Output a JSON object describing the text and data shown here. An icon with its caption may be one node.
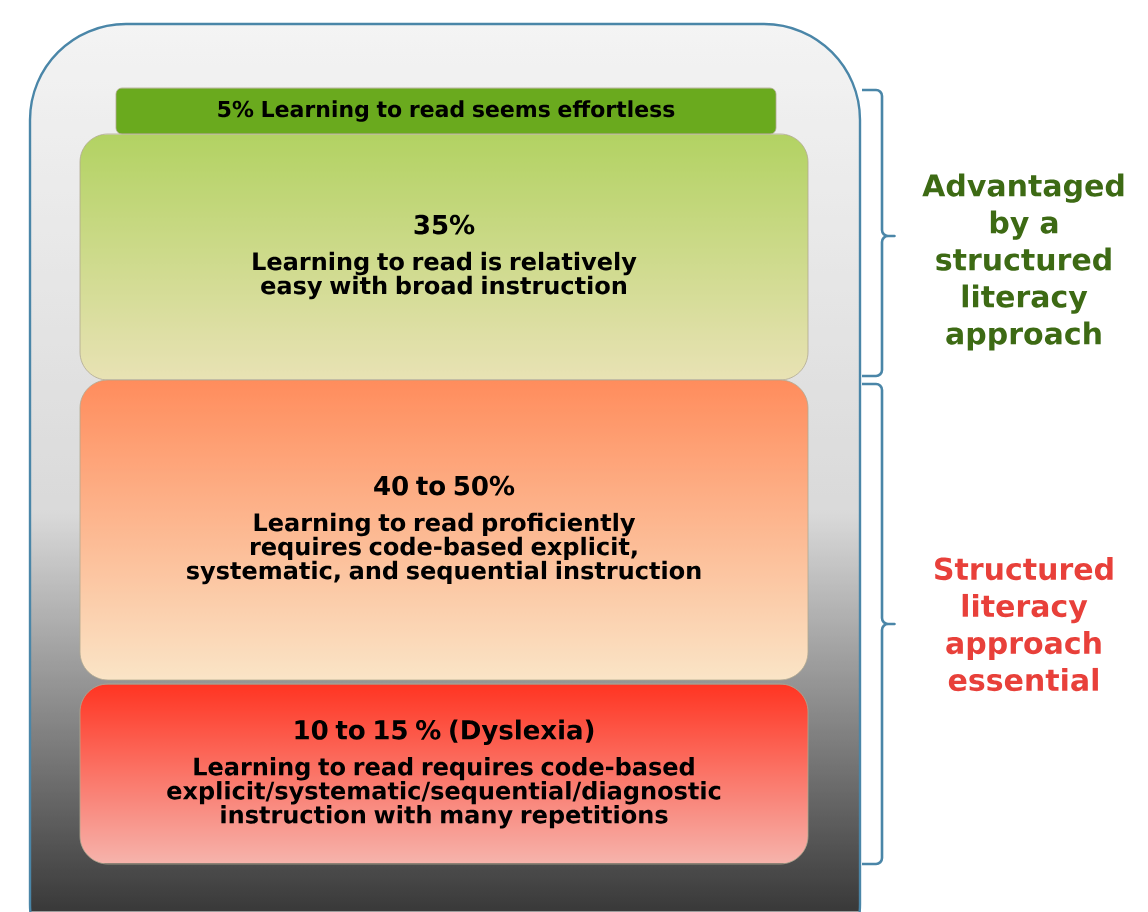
{
  "diagram": {
    "nodes": [
      {
        "text": [],
        "shape": "box"
      },
      {
        "text": [
          "5% Learning to read seems effortless"
        ],
        "in": 0
      },
      {
        "text": [
          "35%",
          "Learning to read is relatively easy with broad instruction"
        ],
        "in": 0
      },
      {
        "text": [
          "40 to 50%",
          "Learning to read proficiently requires code-based explicit, systematic, and sequential instruction"
        ],
        "in": 0
      },
      {
        "text": [
          "10 to 15 % (Dyslexia)",
          "Learning to read requires code-based explicit/systematic/sequential/diagnostic instruction with many repetitions"
        ],
        "in": 0
      }
    ],
    "labels": [
      "Advantaged by a structured literacy approach",
      "Structured literacy approach essential"
    ]
  }
}
